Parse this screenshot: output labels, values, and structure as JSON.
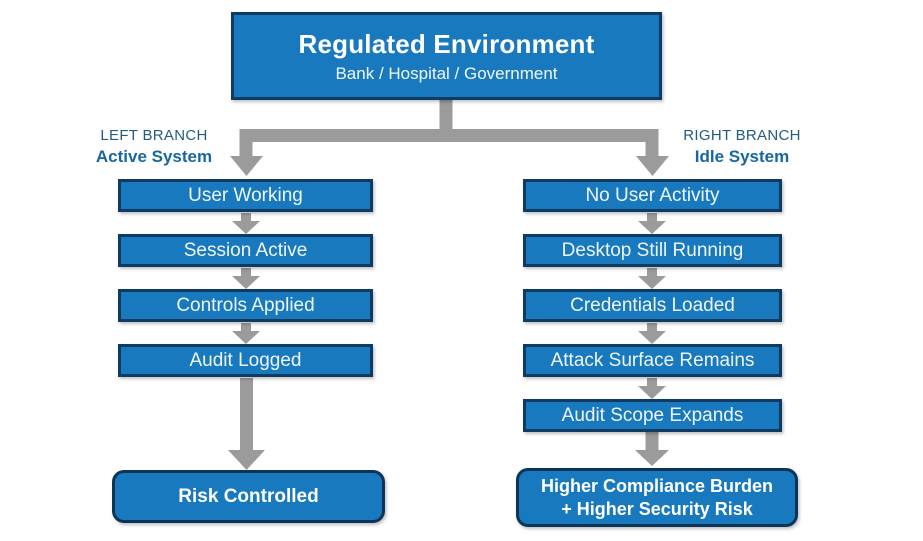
{
  "root": {
    "title": "Regulated Environment",
    "subtitle": "Bank / Hospital / Government"
  },
  "branches": {
    "left": {
      "kicker": "LEFT BRANCH",
      "name": "Active System"
    },
    "right": {
      "kicker": "RIGHT BRANCH",
      "name": "Idle System"
    }
  },
  "left_column": {
    "steps": [
      "User Working",
      "Session Active",
      "Controls Applied",
      "Audit Logged"
    ],
    "outcome": "Risk Controlled"
  },
  "right_column": {
    "steps": [
      "No User Activity",
      "Desktop Still Running",
      "Credentials Loaded",
      "Attack Surface Remains",
      "Audit Scope Expands"
    ],
    "outcome_line1": "Higher Compliance Burden",
    "outcome_line2": "+ Higher Security Risk"
  },
  "colors": {
    "node_fill": "#1879bf",
    "node_border": "#0f3a61",
    "outcome_border": "#0c3456",
    "arrow_gray": "#9b9b9b",
    "branch_kicker_text": "#235c7c",
    "branch_name_text": "#1568a2",
    "node_text": "#ffffff",
    "background": "#ffffff"
  }
}
